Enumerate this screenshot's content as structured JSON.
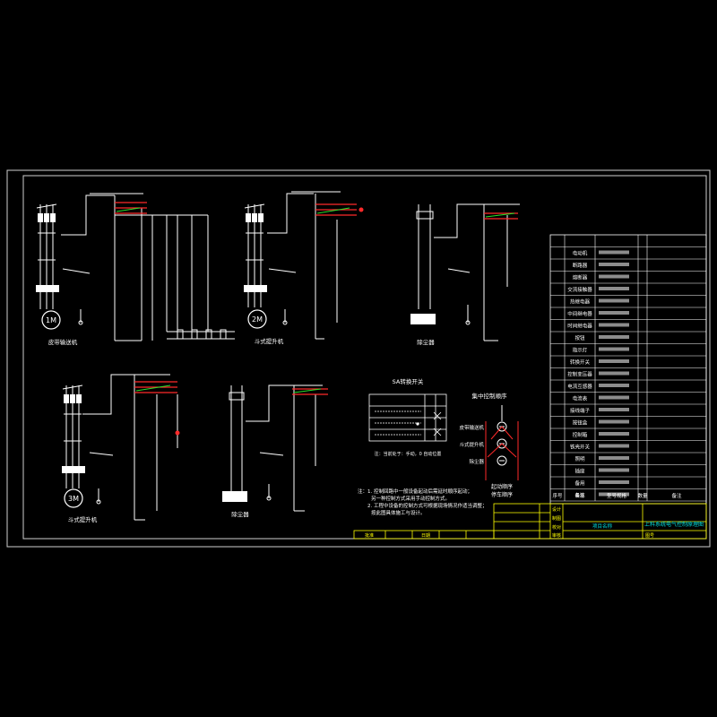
{
  "colors": {
    "background": "#000000",
    "line": "#ffffff",
    "accent": "#ff2a2a",
    "green": "#29e029",
    "yellow": "#ffff00",
    "cyan": "#00e0e0"
  },
  "motors": {
    "m1": {
      "symbol": "1M",
      "caption": "皮带输送机"
    },
    "m2": {
      "symbol": "2M",
      "caption": "斗式提升机"
    },
    "m3": {
      "symbol": "3M",
      "caption": "斗式提升机"
    },
    "m4": {
      "caption": "除尘器"
    },
    "m5": {
      "caption": "除尘器"
    }
  },
  "table": {
    "title": "SA转换开关",
    "caption": "注：当前处于：手动，0 自动位置"
  },
  "sequence": {
    "title": "集中控制顺序",
    "labels": [
      "皮带输送机",
      "斗式提升机",
      "除尘器"
    ],
    "footer": [
      "起动顺序",
      "停车顺序"
    ]
  },
  "notes": {
    "label": "注：",
    "lines": [
      "1. 控制回路中一般设备起动后需延时顺序起动；",
      "另一种控制方式采用手动控制方式。",
      "2. 工程中设备的控制方式可根据现场情况作适当调整；",
      "按此图具体施工与设计。"
    ]
  },
  "legend_rows": [
    "电动机",
    "断路器",
    "熔断器",
    "交流接触器",
    "热继电器",
    "中间继电器",
    "时间继电器",
    "按钮",
    "指示灯",
    "转换开关",
    "控制变压器",
    "电流互感器",
    "电流表",
    "接线端子",
    "按钮盒",
    "控制箱",
    "铁壳开关",
    "照明",
    "插座",
    "备用",
    "备注"
  ],
  "legend_header": [
    "序号",
    "名称",
    "型号规格",
    "数量",
    "备注"
  ],
  "title_block": {
    "drawing_title": "上料系统电气控制原理图",
    "roles": [
      "设计",
      "制图",
      "校对",
      "审核"
    ],
    "bottom": [
      "批准",
      "日期",
      "图号"
    ],
    "project": "项目名称"
  }
}
